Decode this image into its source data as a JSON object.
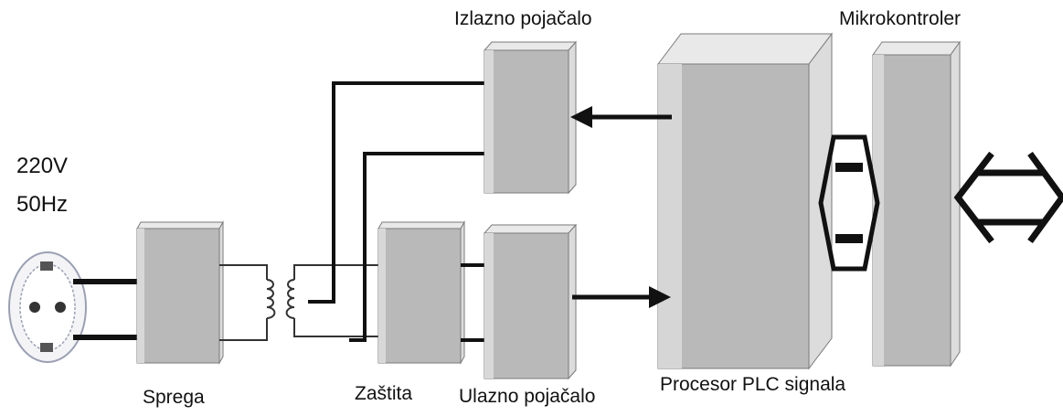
{
  "labels": {
    "izlazno_pojacalo": "Izlazno pojačalo",
    "mikrokontroler": "Mikrokontroler",
    "voltage": "220V",
    "frequency": "50Hz",
    "sprega": "Sprega",
    "zastita": "Zaštita",
    "ulazno_pojacalo": "Ulazno pojačalo",
    "procesor": "Procesor PLC signala"
  },
  "colors": {
    "box_front": "#b9b9b9",
    "box_side": "#dcdcdc",
    "box_top": "#e9e9e9",
    "box_edge": "#7a7a7a",
    "wire": "#111111",
    "thin_wire": "#333333",
    "socket_ring": "#9aa0b4"
  },
  "icons": {
    "power_socket": "power-socket-icon",
    "transformer": "transformer-coil-icon",
    "bidirectional_arrow": "bidirectional-arrow-icon",
    "flow_arrow": "arrow-icon"
  }
}
